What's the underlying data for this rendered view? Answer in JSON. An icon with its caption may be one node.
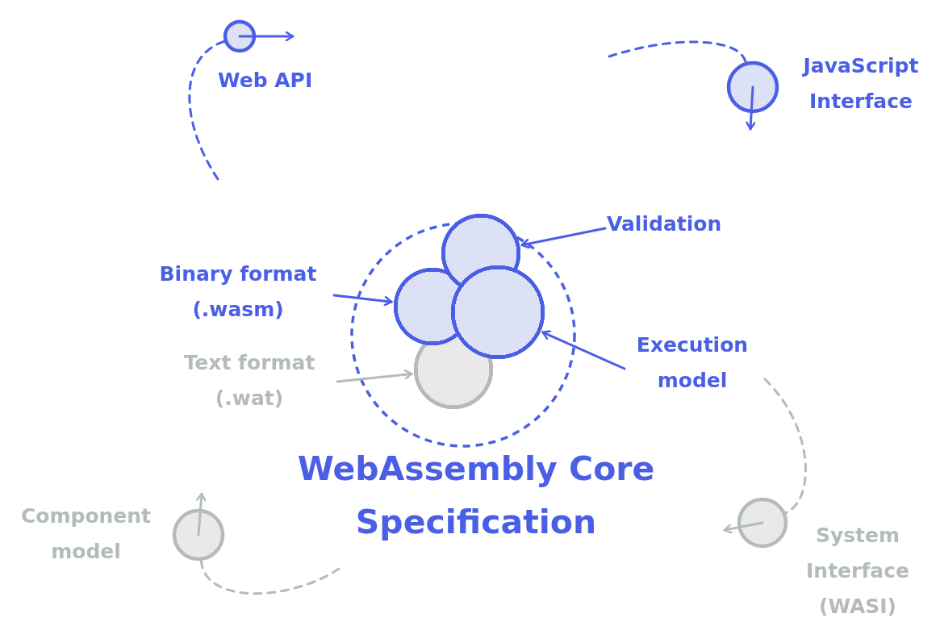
{
  "diagram": {
    "nodes": [
      {
        "text": [
          "Web API"
        ]
      },
      {
        "text": [
          "JavaScript Interface"
        ]
      },
      {
        "text": [
          "WebAssembly Core Specification"
        ]
      },
      {
        "text": [],
        "shape": "circle",
        "in": 2
      },
      {
        "text": [],
        "shape": "circle",
        "in": 2
      },
      {
        "text": [],
        "shape": "circle",
        "in": 2
      },
      {
        "text": [],
        "shape": "circle",
        "in": 2
      },
      {
        "text": [
          "Validation"
        ]
      },
      {
        "text": [
          "Binary format (.wasm)"
        ]
      },
      {
        "text": [
          "Execution model"
        ]
      },
      {
        "text": [
          "Text format (.wat)"
        ]
      },
      {
        "text": [
          "Component model"
        ]
      },
      {
        "text": [
          "System Interface (WASI)"
        ]
      }
    ],
    "edges": [
      {
        "from": 7,
        "to": 3,
        "arrow": "to"
      },
      {
        "from": 8,
        "to": 4,
        "arrow": "to"
      },
      {
        "from": 9,
        "to": 5,
        "arrow": "to"
      },
      {
        "from": 10,
        "to": 6,
        "arrow": "to",
        "color": "#b4bbbb"
      },
      {
        "from": null,
        "to": 0,
        "arrow": "none",
        "style": "dashed"
      },
      {
        "from": null,
        "to": 1,
        "arrow": "none",
        "style": "dashed"
      },
      {
        "from": null,
        "to": 11,
        "arrow": "none",
        "style": "dashed",
        "color": "#b4bbbb"
      },
      {
        "from": 9,
        "to": 12,
        "arrow": "none",
        "style": "dashed",
        "color": "#b4bbbb"
      }
    ]
  }
}
